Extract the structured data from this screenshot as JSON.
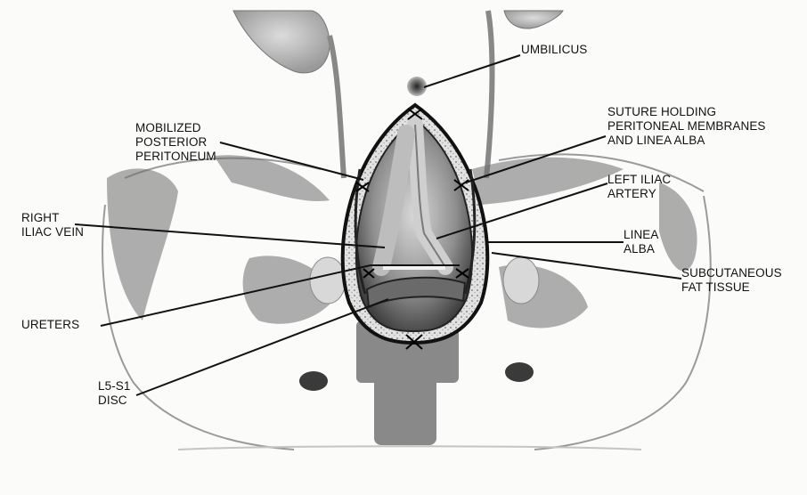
{
  "labels": {
    "umbilicus": "UMBILICUS",
    "suture_holding": "SUTURE HOLDING\nPERITONEAL MEMBRANES\nAND LINEA ALBA",
    "mobilized_posterior_peritoneum": "MOBILIZED\nPOSTERIOR\nPERITONEUM",
    "left_iliac_artery": "LEFT ILIAC\nARTERY",
    "right_iliac_vein": "RIGHT\nILIAC VEIN",
    "linea_alba": "LINEA\nALBA",
    "subcutaneous_fat_tissue": "SUBCUTANEOUS\nFAT TISSUE",
    "ureters": "URETERS",
    "l5_s1_disc": "L5-S1\nDISC"
  },
  "colors": {
    "background": "#fbfbfa",
    "ink": "#111111",
    "shadow": "#2a2a2a",
    "tissue": "#9a9a9a"
  }
}
